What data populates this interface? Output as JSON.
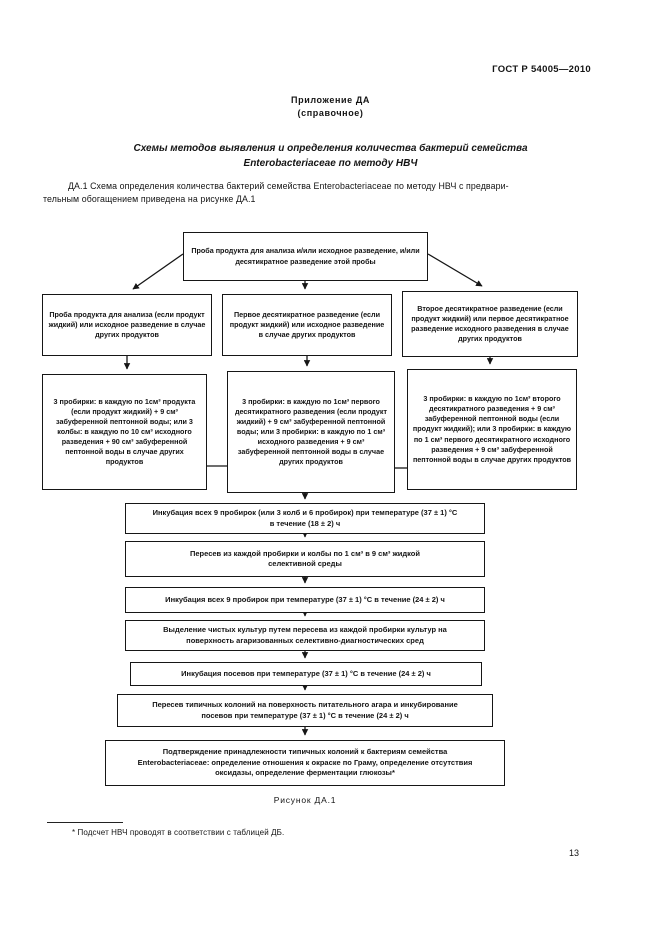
{
  "doc": {
    "header": "ГОСТ Р 54005—2010",
    "annex_label": "Приложение ДА",
    "annex_note": "(справочное)",
    "title_line1": "Схемы методов выявления и определения количества бактерий семейства",
    "title_line2": "Enterobacteriaceae по методу НВЧ",
    "intro_line1": "ДА.1  Схема определения количества бактерий семейства Enterobacteriaceae по методу НВЧ с предвари-",
    "intro_line2": "тельным обогащением приведена на рисунке ДА.1",
    "figure_caption": "Рисунок ДА.1",
    "footnote": "*  Подсчет НВЧ проводят в соответствии с таблицей ДБ.",
    "page_number": "13"
  },
  "flowchart": {
    "nodes": [
      {
        "id": "sample",
        "text": "Проба продукта для анализа и/или исходное разведение, и/или десятикратное разведение этой пробы"
      },
      {
        "id": "sample-liquid",
        "text": "Проба продукта для анализа (если продукт жидкий) или исходное разведение в случае других продуктов"
      },
      {
        "id": "first-tenfold-dilution",
        "text": "Первое десятикратное разведение (если продукт жидкий) или исходное разведение в случае других продуктов"
      },
      {
        "id": "second-tenfold-dilution",
        "text": "Второе десятикратное разведение (если продукт жидкий) или первое десятикратное разведение исходного разведения в случае других продуктов"
      },
      {
        "id": "tubes-left",
        "text": "3 пробирки: в каждую по 1см³ продукта (если продукт жидкий) + 9 см³ забуференной пептонной воды; или 3 колбы: в каждую по 10 см³ исходного разведения + 90 см³ забуференной пептонной воды в случае других продуктов"
      },
      {
        "id": "tubes-middle",
        "text": "3 пробирки: в каждую по 1см³ первого десятикратного разведения (если продукт жидкий) + 9 см³ забуференной пептонной воды; или 3 пробирки: в каждую по 1 см³ исходного разведения + 9 см³ забуференной пептонной воды в случае других продуктов"
      },
      {
        "id": "tubes-right",
        "text": "3 пробирки: в каждую по 1см³ второго десятикратного разведения + 9 см³ забуференной пептонной воды (если продукт жидкий); или 3 пробирки: в каждую по 1 см³ первого десятикратного исходного разведения + 9 см³ забуференной пептонной воды в случае других продуктов"
      },
      {
        "id": "incubation-18h",
        "text": "Инкубация всех 9 пробирок (или 3 колб и 6 пробирок) при температуре (37 ± 1) °С в течение (18 ± 2) ч"
      },
      {
        "id": "transfer-selective-medium",
        "text": "Пересев из каждой пробирки и колбы по 1 см³ в 9 см³ жидкой селективной среды"
      },
      {
        "id": "incubation-24h",
        "text": "Инкубация всех 9 пробирок при температуре (37 ± 1) °С в течение (24 ± 2) ч"
      },
      {
        "id": "pure-culture-isolation",
        "text": "Выделение чистых культур путем пересева из каждой пробирки культур на поверхность агаризованных селективно-диагностических сред"
      },
      {
        "id": "incubation-plates",
        "text": "Инкубация посевов при температуре (37 ± 1) °С в течение (24 ± 2) ч"
      },
      {
        "id": "replate-typical-colonies",
        "text": "Пересев типичных колоний на поверхность питательного агара и инкубирование посевов при температуре (37 ± 1) °С в течение (24 ± 2) ч"
      },
      {
        "id": "confirmation",
        "text": "Подтверждение принадлежности типичных колоний к бактериям семейства Enterobacteriaceae: определение отношения к окраске по Граму, определение отсутствия оксидазы, определение ферментации глюкозы*"
      }
    ]
  }
}
